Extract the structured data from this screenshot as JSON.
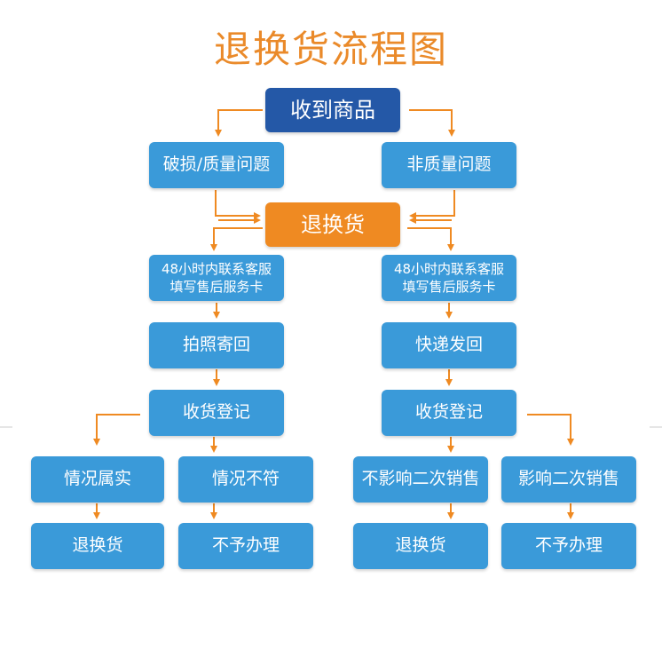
{
  "title": "退换货流程图",
  "colors": {
    "title": "#ea8a2a",
    "navy": "#2458a7",
    "orange": "#ef8a22",
    "blue": "#3a9ad9",
    "arrow": "#ef8a22"
  },
  "nodes": {
    "receive": "收到商品",
    "damage": "破损/质量问题",
    "non_quality": "非质量问题",
    "return_exchange": "退换货",
    "left_contact_line1": "48小时内联系客服",
    "left_contact_line2": "填写售后服务卡",
    "right_contact_line1": "48小时内联系客服",
    "right_contact_line2": "填写售后服务卡",
    "photo_send": "拍照寄回",
    "express_send": "快递发回",
    "left_register": "收货登记",
    "right_register": "收货登记",
    "true_case": "情况属实",
    "mismatch": "情况不符",
    "no_impact": "不影响二次销售",
    "impact": "影响二次销售",
    "ll_result": "退换货",
    "lr_result": "不予办理",
    "rl_result": "退换货",
    "rr_result": "不予办理"
  }
}
